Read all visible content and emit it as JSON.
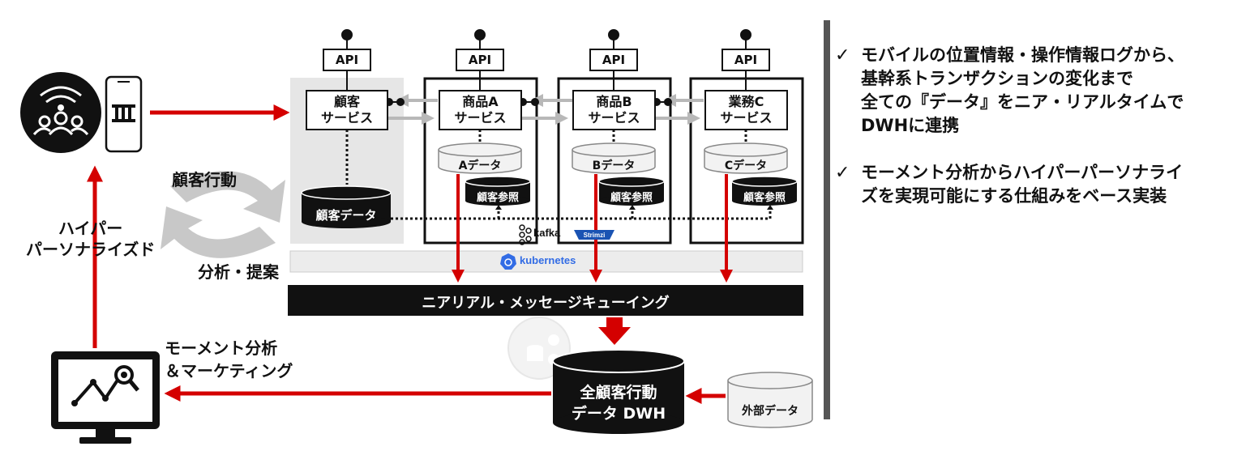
{
  "colors": {
    "accent_red": "#d40000",
    "black": "#111111",
    "gray_arrow": "#b8b8b8",
    "customer_bg": "#e6e6e6",
    "divider": "#555555"
  },
  "left": {
    "users_icon": "users-wifi-icon",
    "mobile_icon": "smartphone-icon",
    "loop_top_label": "顧客行動",
    "loop_bottom_label": "分析・提案",
    "hyper_label_line1": "ハイパー",
    "hyper_label_line2": "パーソナライズド",
    "moment_label_line1": "モーメント分析",
    "moment_label_line2": "＆マーケティング",
    "monitor_icon": "analytics-monitor-icon"
  },
  "services": [
    {
      "api": "API",
      "name_line1": "顧客",
      "name_line2": "サービス",
      "db": "顧客データ"
    },
    {
      "api": "API",
      "name_line1": "商品A",
      "name_line2": "サービス",
      "db": "Aデータ",
      "ref": "顧客参照"
    },
    {
      "api": "API",
      "name_line1": "商品B",
      "name_line2": "サービス",
      "db": "Bデータ",
      "ref": "顧客参照"
    },
    {
      "api": "API",
      "name_line1": "業務C",
      "name_line2": "サービス",
      "db": "Cデータ",
      "ref": "顧客参照"
    }
  ],
  "platform": {
    "kafka": "kafka",
    "kubernetes": "kubernetes",
    "queue": "ニアリアル・メッセージキューイング"
  },
  "dwh": {
    "line1": "全顧客行動",
    "line2": "データ DWH",
    "external": "外部データ"
  },
  "bullets": [
    {
      "check": "✓",
      "lines": [
        "モバイルの位置情報・操作情報ログから、",
        "基幹系トランザクションの変化まで",
        "全ての『データ』をニア・リアルタイムで",
        "DWHに連携"
      ]
    },
    {
      "check": "✓",
      "lines": [
        "モーメント分析からハイパーパーソナライ",
        "ズを実現可能にする仕組みをベース実装"
      ]
    }
  ]
}
